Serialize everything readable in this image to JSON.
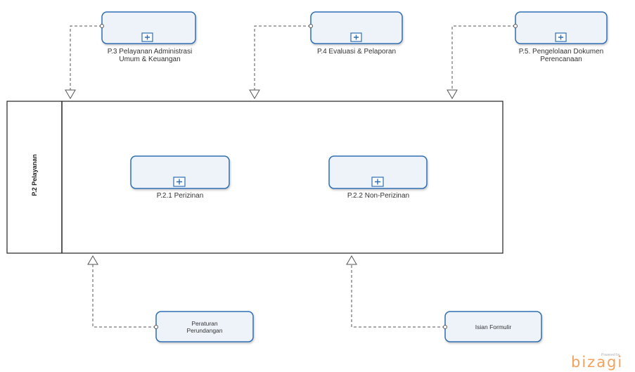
{
  "diagram": {
    "top_processes": [
      {
        "id": "p3",
        "label": "P.3 Pelayanan Administrasi\nUmum & Keuangan"
      },
      {
        "id": "p4",
        "label": "P.4 Evaluasi & Pelaporan"
      },
      {
        "id": "p5",
        "label": "P.5. Pengelolaan Dokumen\nPerencanaan"
      }
    ],
    "pool": {
      "label": "P.2 Pelayanan"
    },
    "subprocesses": [
      {
        "id": "p21",
        "label": "P.2.1 Perizinan"
      },
      {
        "id": "p22",
        "label": "P.2.2 Non-Perizinan"
      }
    ],
    "inputs": [
      {
        "id": "regs",
        "label": "Peraturan\nPerundangan"
      },
      {
        "id": "form",
        "label": "Isian Formulir"
      }
    ],
    "watermark": {
      "powered": "Powered by",
      "logo": "bizagi"
    },
    "colors": {
      "box_border": "#2f6eb5",
      "box_fill": "#eef2f9",
      "line": "#555555",
      "watermark": "#f2a25c"
    }
  }
}
